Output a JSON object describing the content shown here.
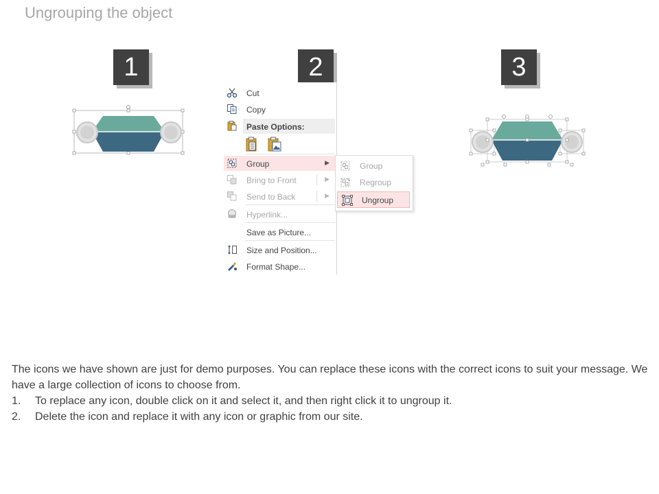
{
  "title": "Ungrouping the object",
  "steps": [
    "1",
    "2",
    "3"
  ],
  "context_menu": {
    "cut": "Cut",
    "copy": "Copy",
    "paste_options": "Paste Options:",
    "group": "Group",
    "bring_to_front": "Bring to Front",
    "send_to_back": "Send to Back",
    "hyperlink": "Hyperlink...",
    "save_as_picture": "Save as Picture...",
    "size_and_position": "Size and Position...",
    "format_shape": "Format Shape..."
  },
  "submenu": {
    "group": "Group",
    "regroup": "Regroup",
    "ungroup": "Ungroup"
  },
  "body": {
    "intro": "The icons we have shown are just for demo purposes. You can replace these icons with the correct icons to suit your message. We have a large collection of icons to choose from.",
    "items": [
      {
        "num": "1.",
        "text": "To replace any icon, double click on it and select it, and then right click it to ungroup it."
      },
      {
        "num": "2.",
        "text": "Delete the icon and replace it with any icon or graphic from our site."
      }
    ]
  },
  "colors": {
    "teal": "#6aaa9c",
    "navy": "#3d6882",
    "step_box": "#404040",
    "highlight": "#fce4e4",
    "title_gray": "#a6a6a6"
  }
}
